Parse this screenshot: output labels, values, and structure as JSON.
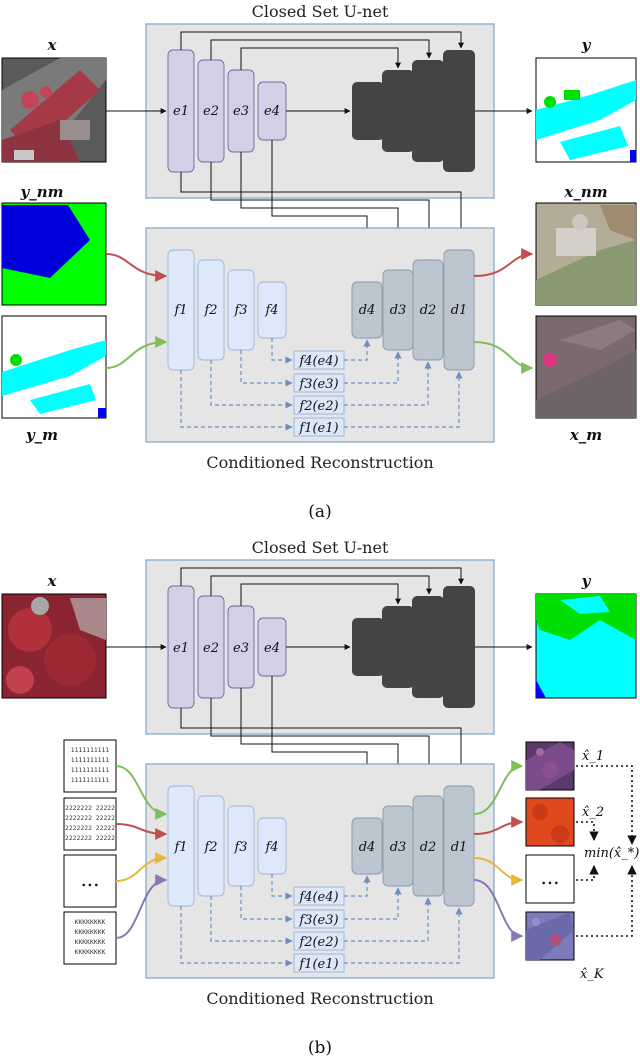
{
  "panel_a": {
    "top_title": "Closed Set U-net",
    "bottom_title": "Conditioned Reconstruction",
    "caption": "(a)",
    "input_label": "x",
    "output_label": "y",
    "cond_nm_label": "y_nm",
    "cond_m_label": "y_m",
    "recon_nm_label": "x_nm",
    "recon_m_label": "x_m"
  },
  "panel_b": {
    "top_title": "Closed Set U-net",
    "bottom_title": "Conditioned Reconstruction",
    "caption": "(b)",
    "input_label": "x",
    "output_label": "y",
    "cond_1_text": "1111111111",
    "cond_2_text": "2222222 22222",
    "cond_k_text": "KKKKKKKK",
    "ellipsis": "...",
    "recon_1_label": "x̂_1",
    "recon_2_label": "x̂_2",
    "recon_k_label": "x̂_K",
    "min_label": "min(x̂_*)"
  },
  "encoder_labels": [
    "e1",
    "e2",
    "e3",
    "e4"
  ],
  "cond_encoder_labels": [
    "f1",
    "f2",
    "f3",
    "f4"
  ],
  "decoder_labels": [
    "d4",
    "d3",
    "d2",
    "d1"
  ],
  "film_labels": [
    "f4(e4)",
    "f3(e3)",
    "f2(e2)",
    "f1(e1)"
  ],
  "colors": {
    "panel_bg": "#e5e5e5",
    "panel_border": "#7fa4c8",
    "encoder": "#d3cfe6",
    "cond_encoder": "#dde9fa",
    "decoder_dark": "#444444",
    "decoder": "#bcc6d0",
    "film": "#dce8f8",
    "dashed": "#6e8fc4",
    "red": "#c0504d",
    "green": "#7fbf5a",
    "yellow": "#e5b83a",
    "purple": "#8a77b4"
  }
}
